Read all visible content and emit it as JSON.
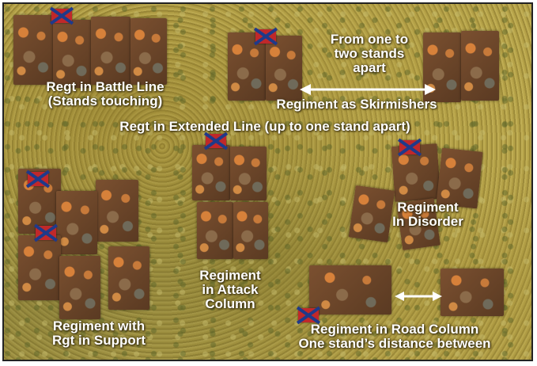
{
  "labels": {
    "battle_line_1": "Regt in Battle Line",
    "battle_line_2": "(Stands touching)",
    "from_one_1": "From  one  to",
    "from_one_2": "two  stands",
    "from_one_3": "apart",
    "skirmishers": "Regiment as Skirmishers",
    "extended_line": "Regt in Extended Line  (up to one stand apart)",
    "disorder_1": "Regiment",
    "disorder_2": "In Disorder",
    "attack_1": "Regiment",
    "attack_2": "in Attack",
    "attack_3": "Column",
    "support_1": "Regiment with",
    "support_2": "Rgt in Support",
    "road_1": "Regiment in Road Column",
    "road_2": "One stand’s distance between"
  },
  "colors": {
    "label_text": "#ffffff",
    "flag_red": "#c0282a",
    "flag_blue": "#1f3a8a"
  }
}
